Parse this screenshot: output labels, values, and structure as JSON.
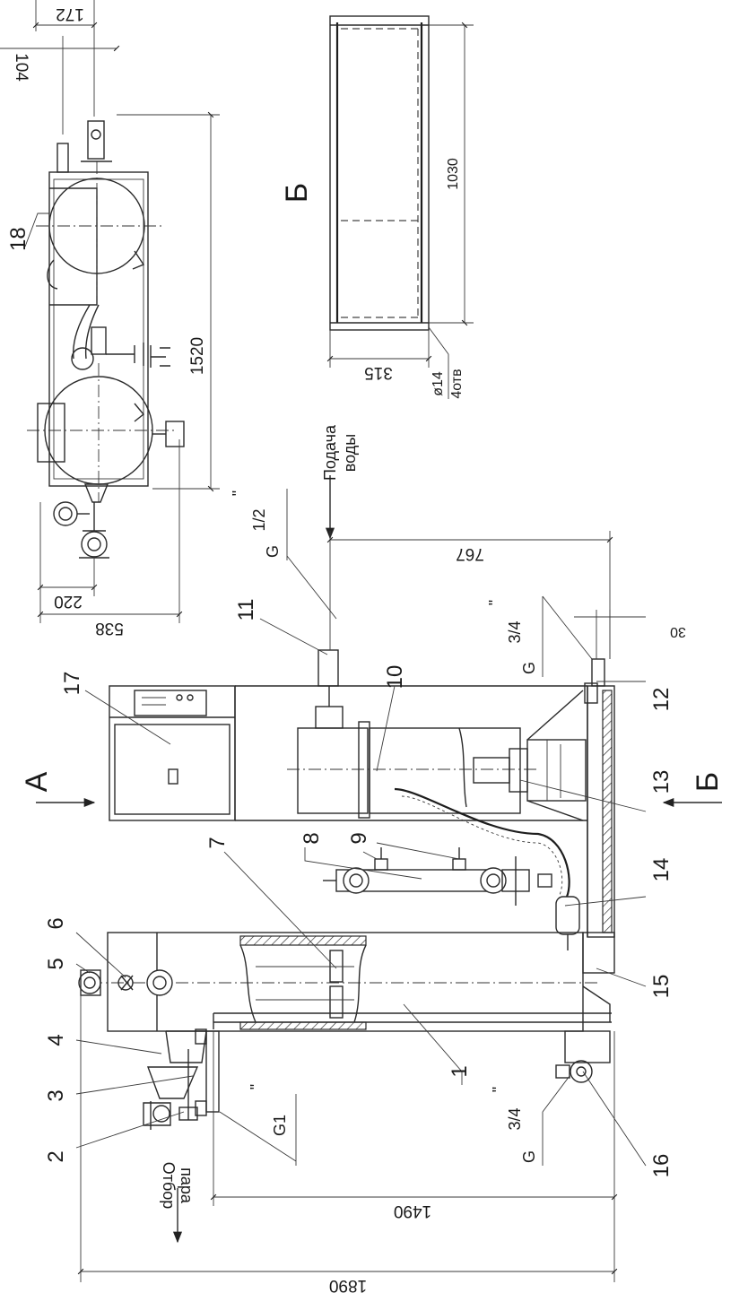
{
  "drawing": {
    "dimensions": {
      "d1890": "1890",
      "d1490": "1490",
      "d767": "767",
      "d538": "538",
      "d220": "220",
      "d1520": "1520",
      "d172": "172",
      "d104": "104",
      "d30": "30",
      "d1030": "1030",
      "d315": "315"
    },
    "hole_note": {
      "diameter": "ø14",
      "count": "4отв"
    },
    "pipe_threads": {
      "steam_outlet": {
        "g": "G1",
        "mark": "\""
      },
      "water_inlet": {
        "g": "G",
        "fraction": "1/2",
        "mark": "\""
      },
      "drain_right": {
        "g": "G",
        "fraction": "3/4",
        "mark": "\""
      },
      "drain_left": {
        "g": "G",
        "fraction": "3/4",
        "mark": "\""
      }
    },
    "flow_labels": {
      "steam_line1": "Отбор",
      "steam_line2": "пара",
      "water_line1": "Подача",
      "water_line2": "воды"
    },
    "view_labels": {
      "view_a": "А",
      "view_b": "Б",
      "section_b": "Б"
    },
    "callouts": [
      "1",
      "2",
      "3",
      "4",
      "5",
      "6",
      "7",
      "8",
      "9",
      "10",
      "11",
      "12",
      "13",
      "14",
      "15",
      "16",
      "17",
      "18"
    ]
  }
}
